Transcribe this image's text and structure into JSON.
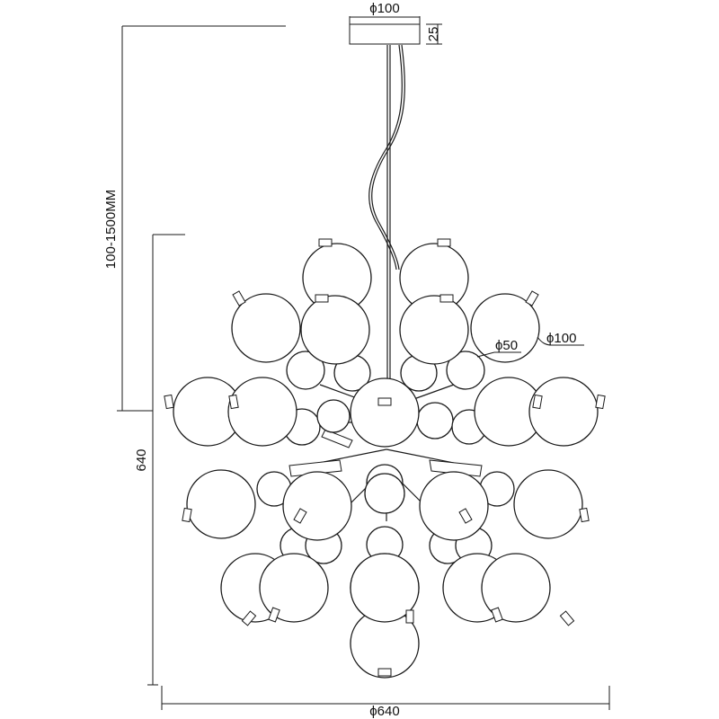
{
  "dimensions": {
    "canopy_diameter": "ϕ100",
    "canopy_height": "25",
    "cable_length": "100-1500MM",
    "body_height": "640",
    "overall_diameter": "ϕ640",
    "large_globe_diameter": "ϕ100",
    "small_globe_diameter": "ϕ50"
  },
  "colors": {
    "line": "#1a1a1a",
    "background": "#ffffff"
  }
}
